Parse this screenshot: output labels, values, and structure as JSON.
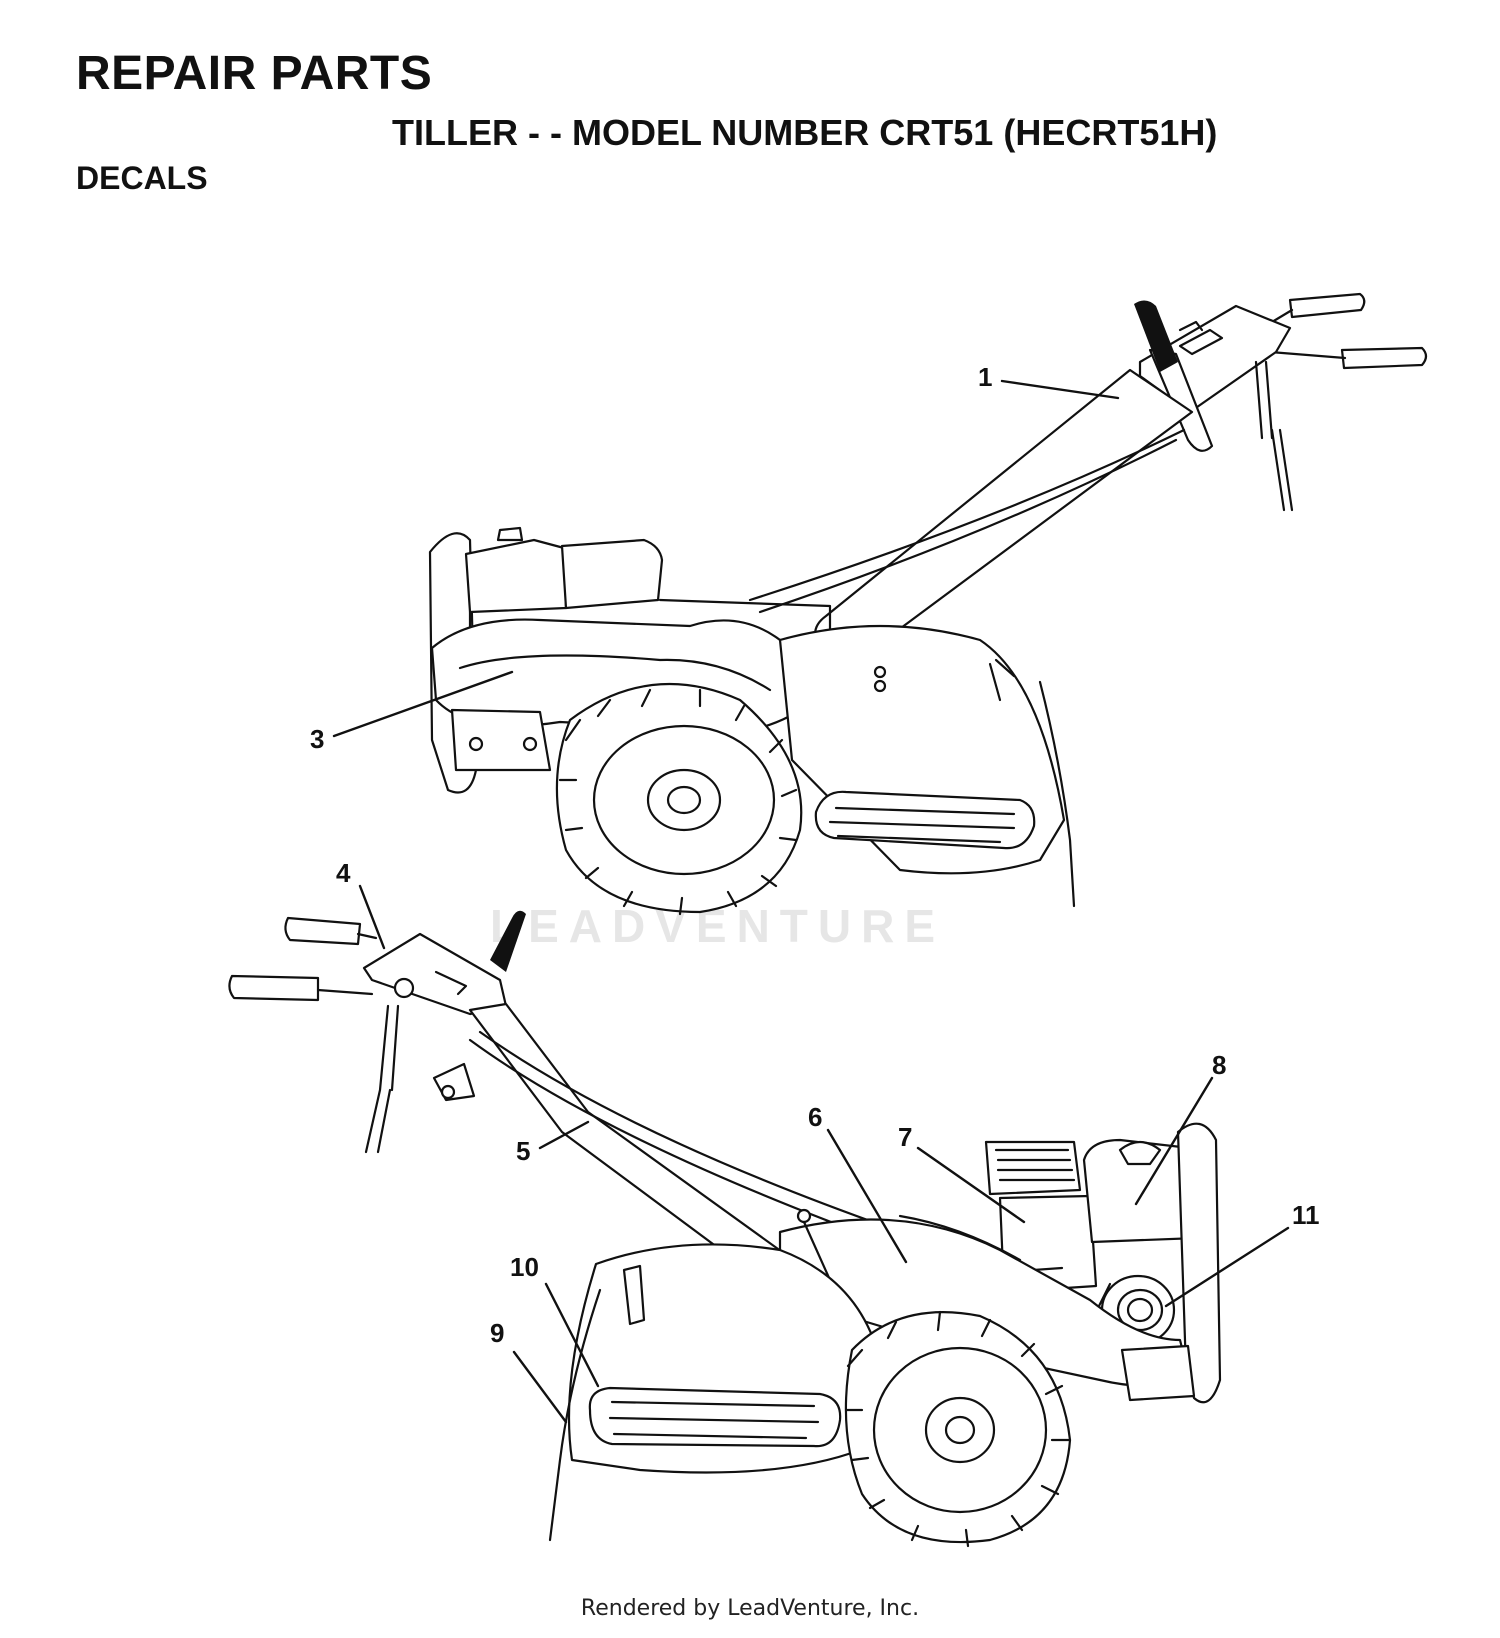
{
  "header": {
    "title": "REPAIR PARTS",
    "subtitle": "TILLER - - MODEL NUMBER CRT51 (HECRT51H)",
    "section": "DECALS"
  },
  "watermark": "LEADVENTURE",
  "footer": "Rendered by LeadVenture, Inc.",
  "callouts": [
    {
      "id": "callout-1",
      "label": "1"
    },
    {
      "id": "callout-3",
      "label": "3"
    },
    {
      "id": "callout-4",
      "label": "4"
    },
    {
      "id": "callout-5",
      "label": "5"
    },
    {
      "id": "callout-6",
      "label": "6"
    },
    {
      "id": "callout-7",
      "label": "7"
    },
    {
      "id": "callout-8",
      "label": "8"
    },
    {
      "id": "callout-9",
      "label": "9"
    },
    {
      "id": "callout-10",
      "label": "10"
    },
    {
      "id": "callout-11",
      "label": "11"
    }
  ]
}
